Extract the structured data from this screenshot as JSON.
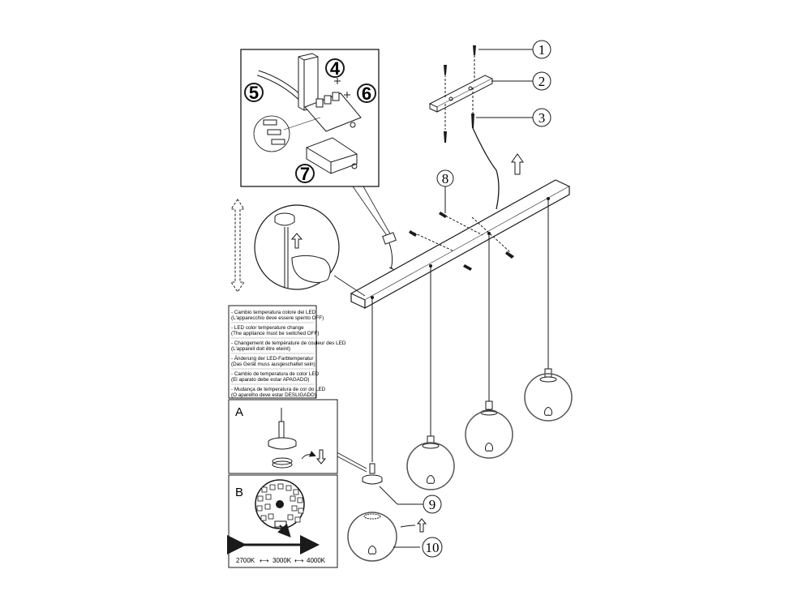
{
  "callouts": {
    "n1": "1",
    "n2": "2",
    "n3": "3",
    "n4": "4",
    "n5": "5",
    "n6": "6",
    "n7": "7",
    "n8": "8",
    "n9": "9",
    "n10": "10"
  },
  "instructions": [
    [
      "- Cambio temperatura colore dei LED",
      "(L'apparecchio deve essere spento OFF)"
    ],
    [
      "- LED color temperature change",
      "(The appliance must be switched OFF)"
    ],
    [
      "- Changement de température de couleur des LED",
      "(L'appareil doit être eteint)"
    ],
    [
      "- Änderung der LED-Farbtemperatur",
      "(Das Gerät muss ausgeschaltet sein)"
    ],
    [
      "- Cambio de temperatura de color LED",
      "(El aparato debe estar APAGADO)"
    ],
    [
      "- Mudança de temperatura de cor do LED",
      "(O aparelho deve estar DESLIGADO)"
    ]
  ],
  "sections": {
    "a": "A",
    "b": "B"
  },
  "color_temps": {
    "t1": "2700K",
    "t2": "3000K",
    "t3": "4000K"
  },
  "colors": {
    "line": "#1a1a1a",
    "glass": "#555555",
    "background": "#ffffff"
  },
  "icons": [
    "screw-icon",
    "bracket-icon",
    "terminal-block-icon",
    "led-driver-icon",
    "arrow-up-icon",
    "double-arrow-icon",
    "hand-icon",
    "led-board-icon"
  ]
}
